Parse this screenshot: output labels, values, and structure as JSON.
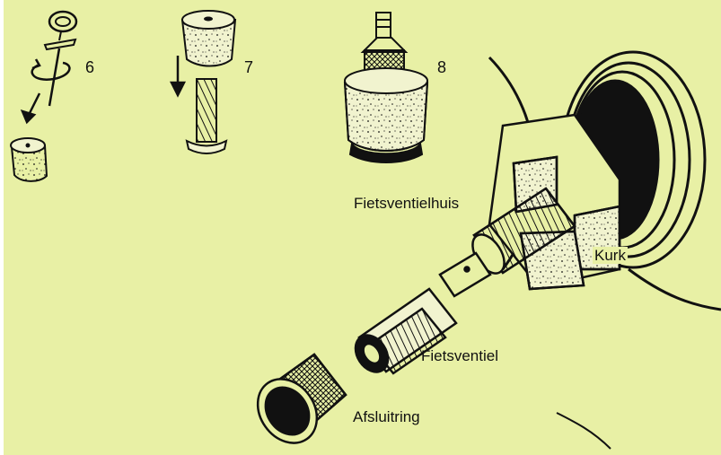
{
  "colors": {
    "background": "#e8f0a5",
    "ink": "#111111",
    "cork": "#f1f3cf"
  },
  "steps": {
    "step6": "6",
    "step7": "7",
    "step8": "8"
  },
  "labels": {
    "fietsventielhuis": "Fietsventielhuis",
    "kurk": "Kurk",
    "fietsventiel": "Fietsventiel",
    "afsluitring": "Afsluitring"
  },
  "icons": [
    "corkscrew-icon",
    "rotate-arrow-icon",
    "down-arrow-icon",
    "cork-plug-icon",
    "screw-icon",
    "valve-assembly-icon"
  ]
}
